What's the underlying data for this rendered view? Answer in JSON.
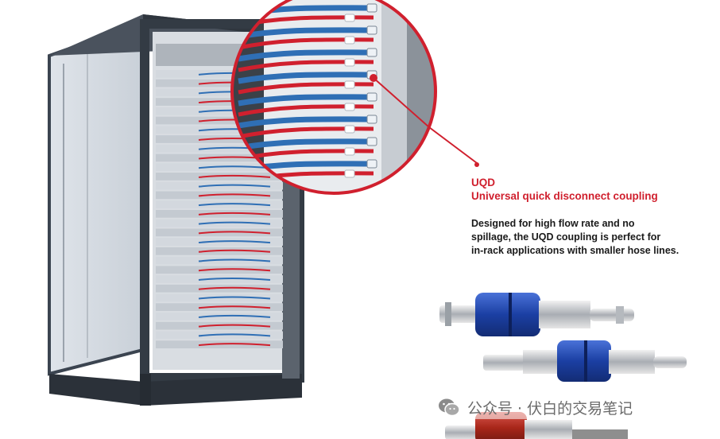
{
  "callout": {
    "title": "UQD",
    "subtitle": "Universal quick disconnect coupling",
    "description": [
      "Designed for high flow rate and no",
      "spillage, the UQD coupling is perfect for",
      "in-rack applications with smaller hose lines."
    ]
  },
  "watermark": {
    "icon": "wechat-icon",
    "text": "公众号 · 伏白的交易笔记"
  },
  "colors": {
    "accent_red": "#d0202e",
    "rack_frame": "#3b4450",
    "hose_blue": "#2f6fb5",
    "coupling_blue": "#1f45a8",
    "coupling_red": "#b3261e"
  },
  "illustration": {
    "rack_units": 30,
    "zoom_hose_rows": 8
  }
}
